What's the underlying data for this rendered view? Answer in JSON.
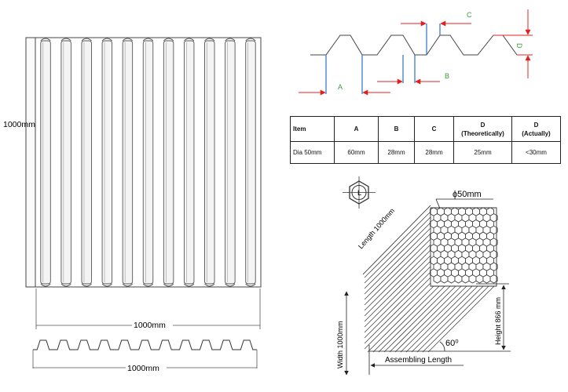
{
  "panel": {
    "height_label": "1000mm",
    "width_label": "1000mm",
    "profile_width_label": "1000mm",
    "rib_count": 11
  },
  "profile_detail": {
    "label_a": "A",
    "label_b": "B",
    "label_c": "C",
    "label_d": "D"
  },
  "spec_table": {
    "headers": [
      "Item",
      "A",
      "B",
      "C",
      "D\n(Theoretically)",
      "D\n(Actually)"
    ],
    "rows": [
      [
        "Dia 50mm",
        "60mm",
        "28mm",
        "28mm",
        "25mm",
        "<30mm"
      ]
    ]
  },
  "block": {
    "diameter_label": "ϕ50mm",
    "length_label": "Length 1000mm",
    "width_label": "Width 1000mm",
    "height_label": "Height 866 mm",
    "angle_label": "60⁰",
    "assembling_label": "Assembling Length",
    "hex_symbol_label": "L"
  },
  "colors": {
    "arrow_red": "#e02020",
    "guide_blue": "#2a72c8",
    "label_green": "#3a9a3a",
    "line": "#333333"
  }
}
